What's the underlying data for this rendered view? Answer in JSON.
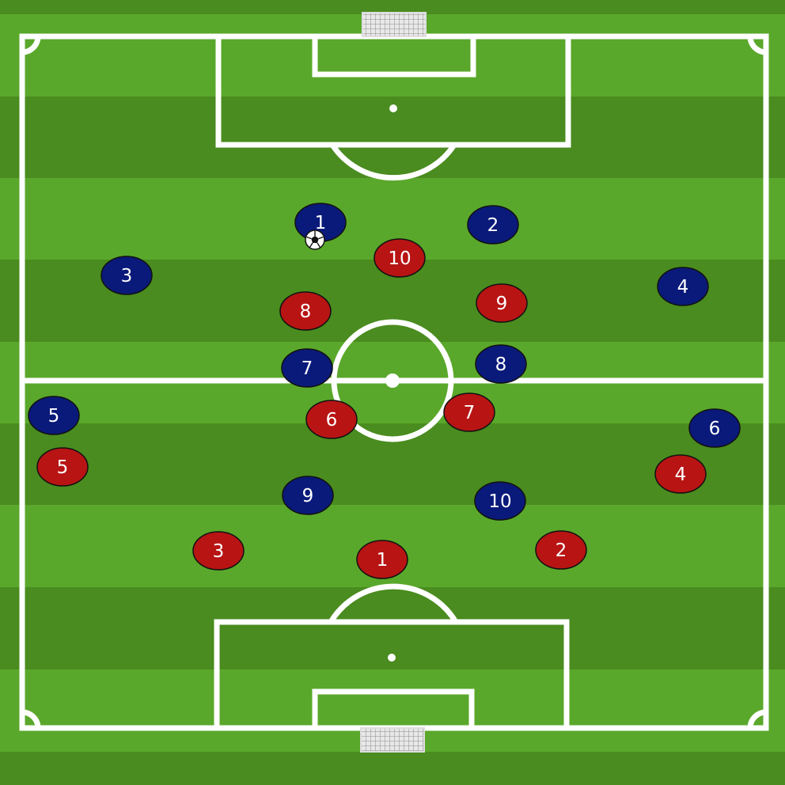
{
  "colors": {
    "grass_light": "#5aa82b",
    "grass_dark": "#4a8c1f",
    "lines": "#ffffff",
    "team_blue": "#0a1a7a",
    "team_red": "#b81414"
  },
  "teams": {
    "blue": {
      "color": "#0a1a7a",
      "players": [
        "1",
        "2",
        "3",
        "4",
        "5",
        "6",
        "7",
        "8",
        "9",
        "10"
      ]
    },
    "red": {
      "color": "#b81414",
      "players": [
        "1",
        "2",
        "3",
        "4",
        "5",
        "6",
        "7",
        "8",
        "9",
        "10"
      ]
    }
  },
  "ball": {
    "icon": "soccer-ball-icon",
    "possession": "blue 1"
  },
  "goals": [
    {
      "icon": "goal-net-icon",
      "end": "top"
    },
    {
      "icon": "goal-net-icon",
      "end": "bottom"
    }
  ]
}
